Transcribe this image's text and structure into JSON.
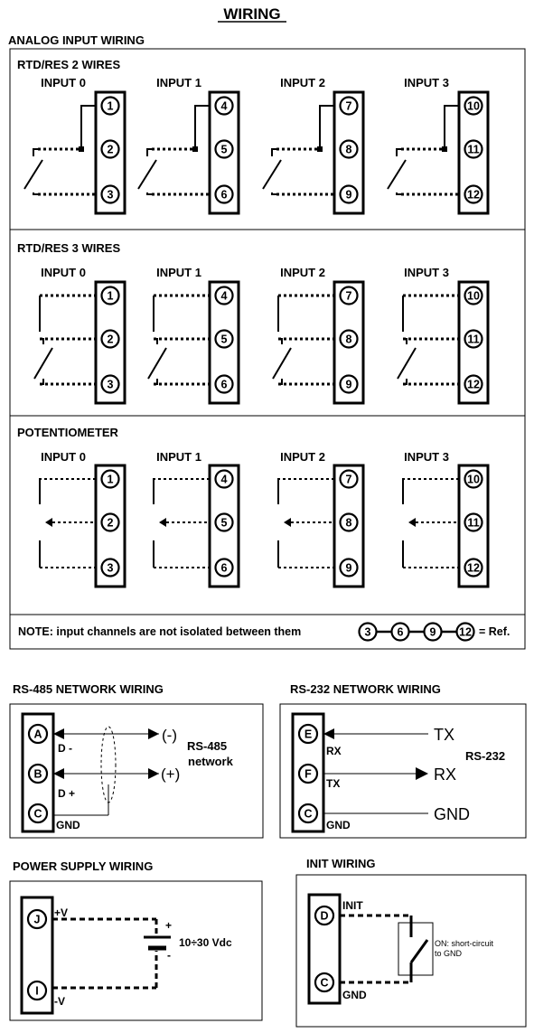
{
  "page": {
    "title": "WIRING"
  },
  "analog": {
    "heading": "ANALOG INPUT WIRING",
    "input_labels": [
      "INPUT 0",
      "INPUT 1",
      "INPUT 2",
      "INPUT 3"
    ],
    "terminal_groups": [
      [
        "1",
        "2",
        "3"
      ],
      [
        "4",
        "5",
        "6"
      ],
      [
        "7",
        "8",
        "9"
      ],
      [
        "10",
        "11",
        "12"
      ]
    ],
    "sections": [
      {
        "id": "rtd2",
        "title": "RTD/RES 2 WIRES"
      },
      {
        "id": "rtd3",
        "title": "RTD/RES 3 WIRES"
      },
      {
        "id": "pot",
        "title": "POTENTIOMETER"
      }
    ],
    "note": {
      "text": "NOTE: input channels are not isolated between them",
      "ref_terminals": [
        "3",
        "6",
        "9",
        "12"
      ],
      "ref_label": "= Ref."
    }
  },
  "rs485": {
    "heading": "RS-485 NETWORK WIRING",
    "terminals": [
      "A",
      "B",
      "C"
    ],
    "line_labels": [
      "D -",
      "D +",
      "GND"
    ],
    "polarity": [
      "(-)",
      "(+)"
    ],
    "network_label_1": "RS-485",
    "network_label_2": "network"
  },
  "rs232": {
    "heading": "RS-232 NETWORK WIRING",
    "terminals": [
      "E",
      "F",
      "C"
    ],
    "line_labels": [
      "RX",
      "TX",
      "GND"
    ],
    "signals": [
      "TX",
      "RX",
      "GND"
    ],
    "network_label": "RS-232"
  },
  "power": {
    "heading": "POWER SUPPLY WIRING",
    "terminals": [
      "J",
      "I"
    ],
    "labels": [
      "+V",
      "-V"
    ],
    "battery_plus": "+",
    "battery_minus": "-",
    "voltage": "10÷30 Vdc"
  },
  "init": {
    "heading": "INIT WIRING",
    "terminals": [
      "D",
      "C"
    ],
    "labels": [
      "INIT",
      "GND"
    ],
    "note_line_1": "ON: short-circuit",
    "note_line_2": "to GND"
  }
}
